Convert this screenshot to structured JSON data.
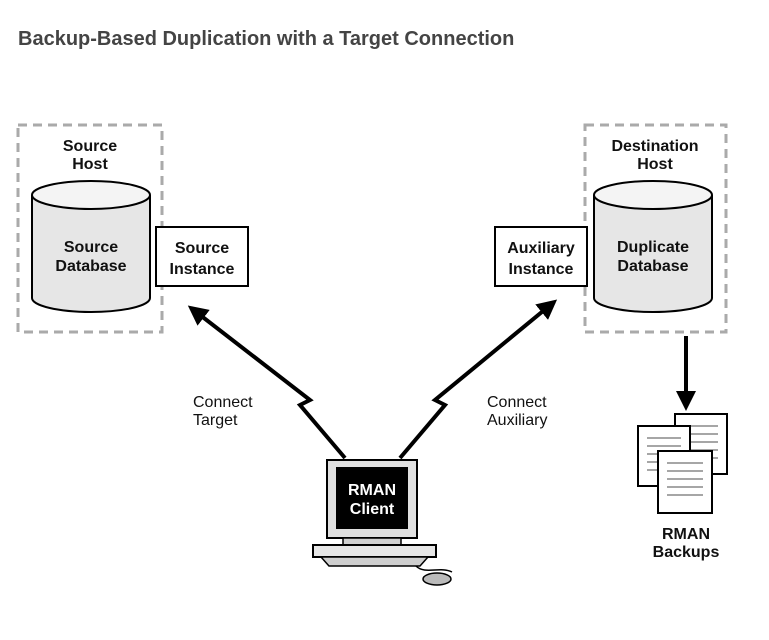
{
  "title": "Backup-Based Duplication with a Target Connection",
  "source_host": {
    "line1": "Source",
    "line2": "Host"
  },
  "source_database": {
    "line1": "Source",
    "line2": "Database"
  },
  "source_instance": {
    "line1": "Source",
    "line2": "Instance"
  },
  "destination_host": {
    "line1": "Destination",
    "line2": "Host"
  },
  "auxiliary_instance": {
    "line1": "Auxiliary",
    "line2": "Instance"
  },
  "duplicate_database": {
    "line1": "Duplicate",
    "line2": "Database"
  },
  "connect_target": {
    "line1": "Connect",
    "line2": "Target"
  },
  "connect_auxiliary": {
    "line1": "Connect",
    "line2": "Auxiliary"
  },
  "rman_client": {
    "line1": "RMAN",
    "line2": "Client"
  },
  "rman_backups": {
    "line1": "RMAN",
    "line2": "Backups"
  }
}
